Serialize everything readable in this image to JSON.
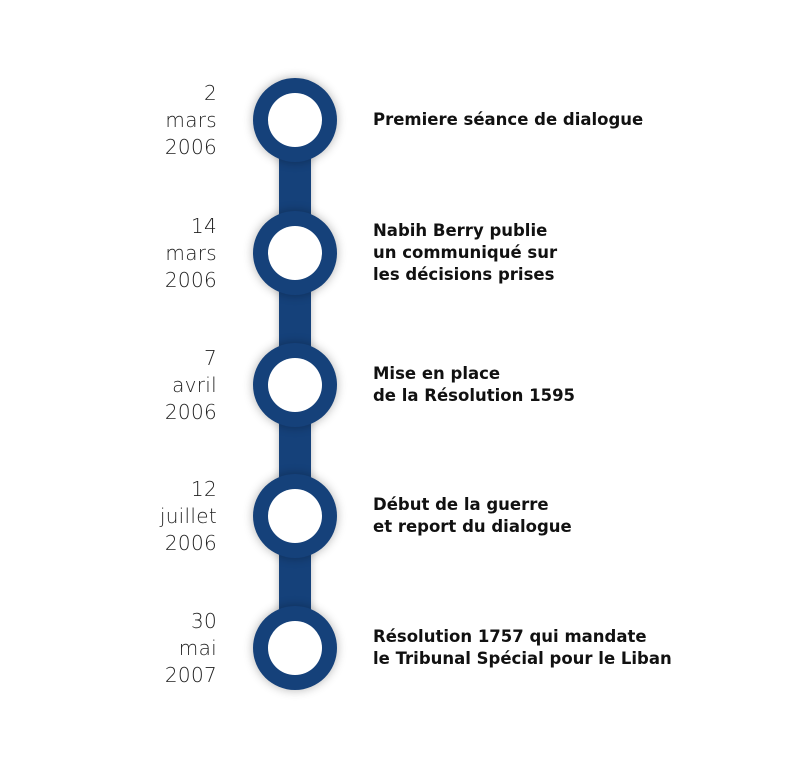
{
  "colors": {
    "accent": "#15417a"
  },
  "timeline": [
    {
      "day": "2",
      "month": "mars",
      "year": "2006",
      "lines": [
        "Premiere séance de dialogue"
      ]
    },
    {
      "day": "14",
      "month": "mars",
      "year": "2006",
      "lines": [
        "Nabih Berry publie",
        "un communiqué sur",
        "les décisions prises"
      ]
    },
    {
      "day": "7",
      "month": "avril",
      "year": "2006",
      "lines": [
        "Mise en place",
        "de la Résolution 1595"
      ]
    },
    {
      "day": "12",
      "month": "juillet",
      "year": "2006",
      "lines": [
        "Début de la guerre",
        "et report du dialogue"
      ]
    },
    {
      "day": "30",
      "month": "mai",
      "year": "2007",
      "lines": [
        "Résolution 1757 qui mandate",
        "le Tribunal Spécial pour le Liban"
      ]
    }
  ]
}
